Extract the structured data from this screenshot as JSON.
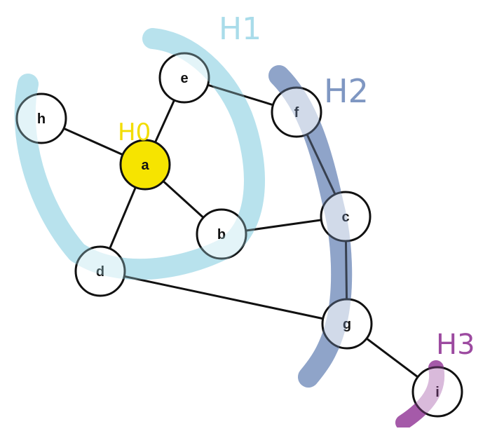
{
  "graph": {
    "nodes": [
      {
        "id": "a",
        "label": "a",
        "highlight": true
      },
      {
        "id": "b",
        "label": "b"
      },
      {
        "id": "c",
        "label": "c"
      },
      {
        "id": "d",
        "label": "d"
      },
      {
        "id": "e",
        "label": "e"
      },
      {
        "id": "f",
        "label": "f"
      },
      {
        "id": "g",
        "label": "g"
      },
      {
        "id": "h",
        "label": "h"
      },
      {
        "id": "i",
        "label": "i"
      }
    ],
    "edges": [
      [
        "h",
        "a"
      ],
      [
        "a",
        "e"
      ],
      [
        "e",
        "f"
      ],
      [
        "a",
        "b"
      ],
      [
        "a",
        "d"
      ],
      [
        "b",
        "c"
      ],
      [
        "f",
        "c"
      ],
      [
        "c",
        "g"
      ],
      [
        "d",
        "g"
      ],
      [
        "g",
        "i"
      ]
    ]
  },
  "groups": [
    {
      "label": "H0",
      "color": "#f2dd00",
      "members": [
        "a"
      ]
    },
    {
      "label": "H1",
      "color": "#a9dcea",
      "members": [
        "h",
        "e",
        "b",
        "d"
      ]
    },
    {
      "label": "H2",
      "color": "#7f97c2",
      "members": [
        "f",
        "c",
        "g"
      ]
    },
    {
      "label": "H3",
      "color": "#9c4aa0",
      "members": [
        "i"
      ]
    }
  ],
  "colors": {
    "highlight_node": "#f6e400",
    "node_fill": "#ffffff",
    "stroke": "#111111"
  }
}
